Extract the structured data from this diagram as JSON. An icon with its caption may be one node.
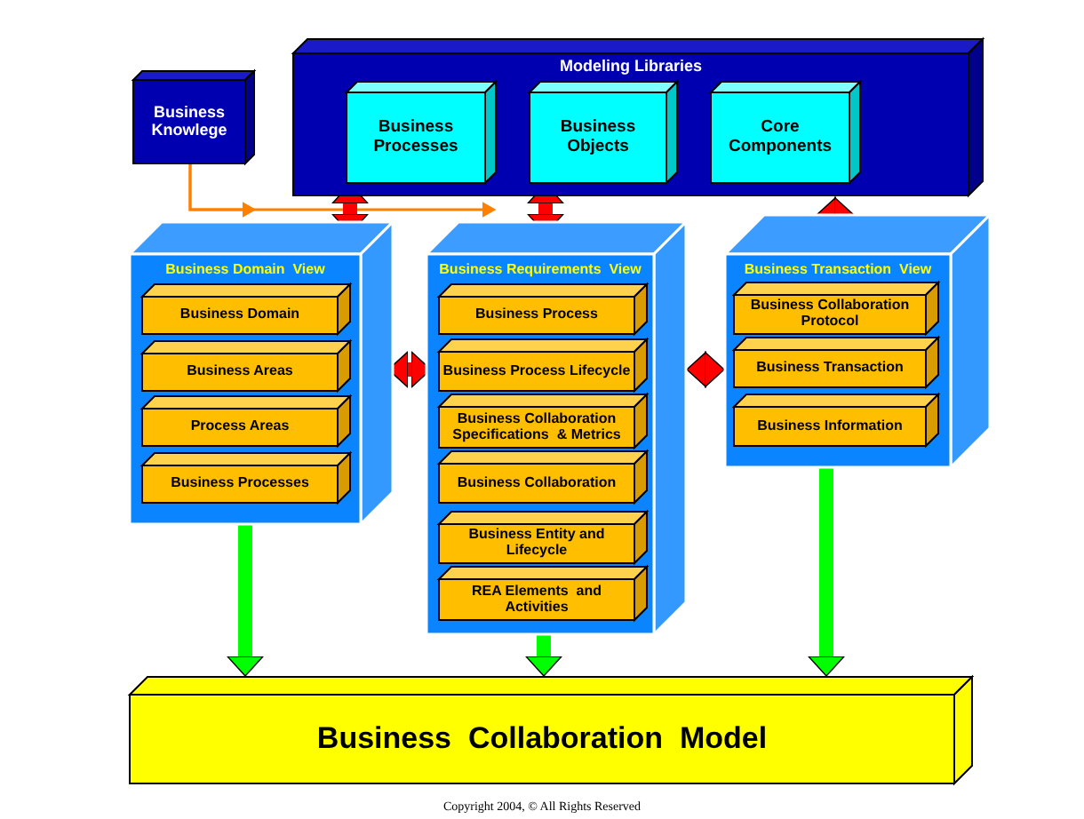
{
  "diagram": {
    "nodes": [
      {
        "text": [
          "Modeling Libraries"
        ]
      },
      {
        "text": [
          "Business Processes"
        ],
        "in": 0
      },
      {
        "text": [
          "Business Objects"
        ],
        "in": 0
      },
      {
        "text": [
          "Core Components"
        ],
        "in": 0
      },
      {
        "text": [
          "Business Knowlege"
        ]
      },
      {
        "text": [
          "Business Domain  View"
        ]
      },
      {
        "text": [
          "Business Domain"
        ],
        "in": 5
      },
      {
        "text": [
          "Business Areas"
        ],
        "in": 5
      },
      {
        "text": [
          "Process Areas"
        ],
        "in": 5
      },
      {
        "text": [
          "Business Processes"
        ],
        "in": 5
      },
      {
        "text": [
          "Business Requirements  View"
        ]
      },
      {
        "text": [
          "Business Process"
        ],
        "in": 10
      },
      {
        "text": [
          "Business Process Lifecycle"
        ],
        "in": 10
      },
      {
        "text": [
          "Business Collaboration Specifications  & Metrics"
        ],
        "in": 10
      },
      {
        "text": [
          "Business Collaboration"
        ],
        "in": 10
      },
      {
        "text": [
          "Business Entity and Lifecycle"
        ],
        "in": 10
      },
      {
        "text": [
          "REA Elements  and Activities"
        ],
        "in": 10
      },
      {
        "text": [
          "Business Transaction  View"
        ]
      },
      {
        "text": [
          "Business Collaboration Protocol"
        ],
        "in": 17
      },
      {
        "text": [
          "Business Transaction"
        ],
        "in": 17
      },
      {
        "text": [
          "Business Information"
        ],
        "in": 17
      },
      {
        "text": [
          "Business  Collaboration  Model"
        ]
      }
    ],
    "edges": [
      {
        "from": 4,
        "to": 5,
        "arrow": "to",
        "color": "#ff8000"
      },
      {
        "from": 4,
        "to": 10,
        "arrow": "to",
        "color": "#ff8000"
      },
      {
        "from": 0,
        "to": 5,
        "arrow": "both"
      },
      {
        "from": 0,
        "to": 10,
        "arrow": "both"
      },
      {
        "from": 0,
        "to": 17,
        "arrow": "both"
      },
      {
        "from": 5,
        "to": 10,
        "arrow": "both"
      },
      {
        "from": 10,
        "to": 17,
        "arrow": "both"
      },
      {
        "from": 5,
        "to": 21,
        "arrow": "to",
        "color": "#00ff00"
      },
      {
        "from": 10,
        "to": 21,
        "arrow": "to",
        "color": "#00ff00"
      },
      {
        "from": 17,
        "to": 21,
        "arrow": "to",
        "color": "#00ff00"
      }
    ],
    "labels": [
      "Copyright 2004, © All Rights Reserved"
    ]
  }
}
